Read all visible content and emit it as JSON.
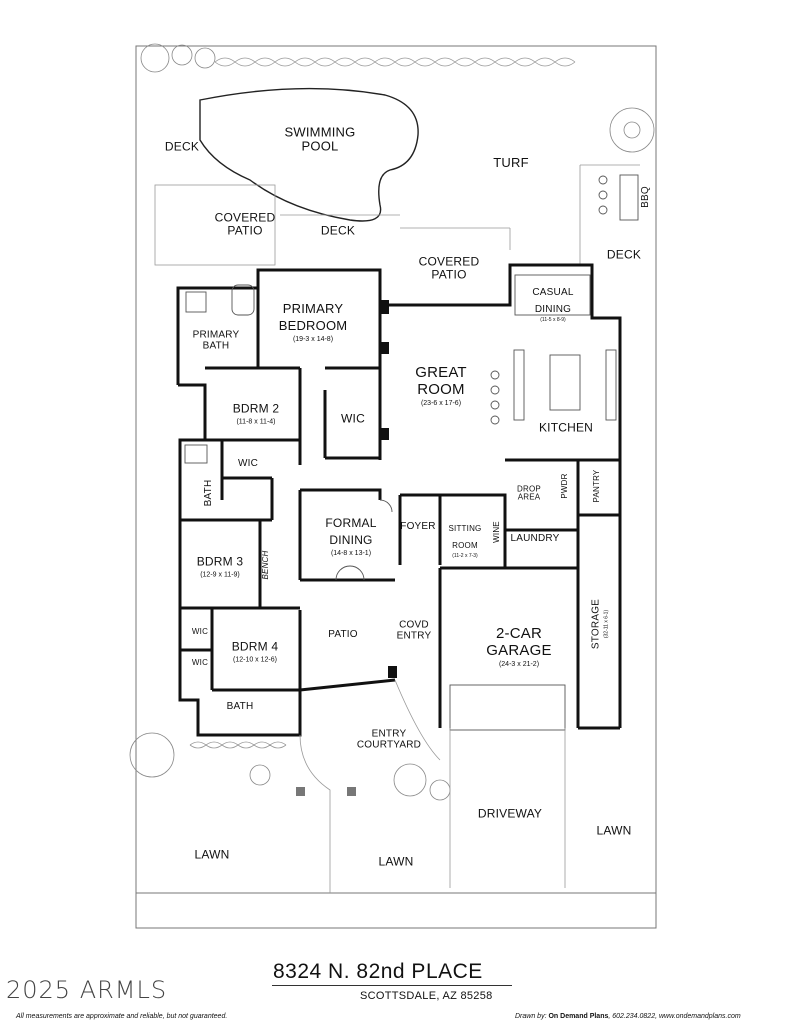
{
  "rooms": {
    "deck_nw": "DECK",
    "pool": "SWIMMING\nPOOL",
    "turf": "TURF",
    "bbq": "BBQ",
    "covered_patio_left": "COVERED\nPATIO",
    "deck_center": "DECK",
    "covered_patio_center": "COVERED\nPATIO",
    "deck_e": "DECK",
    "casual_dining": "CASUAL\nDINING",
    "casual_dining_dim": "(11-5 x 8-9)",
    "primary_bedroom": "PRIMARY\nBEDROOM",
    "primary_bedroom_dim": "(19-3 x 14-8)",
    "primary_bath": "PRIMARY\nBATH",
    "great_room": "GREAT\nROOM",
    "great_room_dim": "(23-6 x 17-6)",
    "wic_primary": "WIC",
    "kitchen": "KITCHEN",
    "bdrm2": "BDRM 2",
    "bdrm2_dim": "(11-8 x 11-4)",
    "wic_bdrm2": "WIC",
    "bath_left": "BATH",
    "drop_area": "DROP\nAREA",
    "pwdr": "PWDR",
    "pantry": "PANTRY",
    "formal_dining": "FORMAL\nDINING",
    "formal_dining_dim": "(14-8 x 13-1)",
    "foyer": "FOYER",
    "sitting_room": "SITTING\nROOM",
    "sitting_room_dim": "(11-2 x 7-3)",
    "wine": "WINE",
    "laundry": "LAUNDRY",
    "bdrm3": "BDRM 3",
    "bdrm3_dim": "(12-9 x 11-9)",
    "bench": "BENCH",
    "storage": "STORAGE",
    "storage_dim": "(32-11 x 6-1)",
    "garage": "2-CAR\nGARAGE",
    "garage_dim": "(24-3 x 21-2)",
    "patio": "PATIO",
    "covd_entry": "COVD\nENTRY",
    "wic_a": "WIC",
    "wic_b": "WIC",
    "bdrm4": "BDRM 4",
    "bdrm4_dim": "(12-10 x 12-6)",
    "bath_bottom": "BATH",
    "entry_courtyard": "ENTRY\nCOURTYARD",
    "driveway": "DRIVEWAY",
    "lawn_left": "LAWN",
    "lawn_center": "LAWN",
    "lawn_right": "LAWN"
  },
  "footer": {
    "address": "8324 N. 82nd PLACE",
    "city": "SCOTTSDALE, AZ 85258",
    "copyright": "2025 ARMLS",
    "disclaimer": "All measurements are approximate and reliable, but not guaranteed.",
    "drawn_by_label": "Drawn by:",
    "drawn_by_name": "On Demand Plans",
    "drawn_by_contact": ", 602.234.0822, www.ondemandplans.com"
  },
  "colors": {
    "wall": "#111111",
    "line": "#555555",
    "landscape": "#888888"
  }
}
